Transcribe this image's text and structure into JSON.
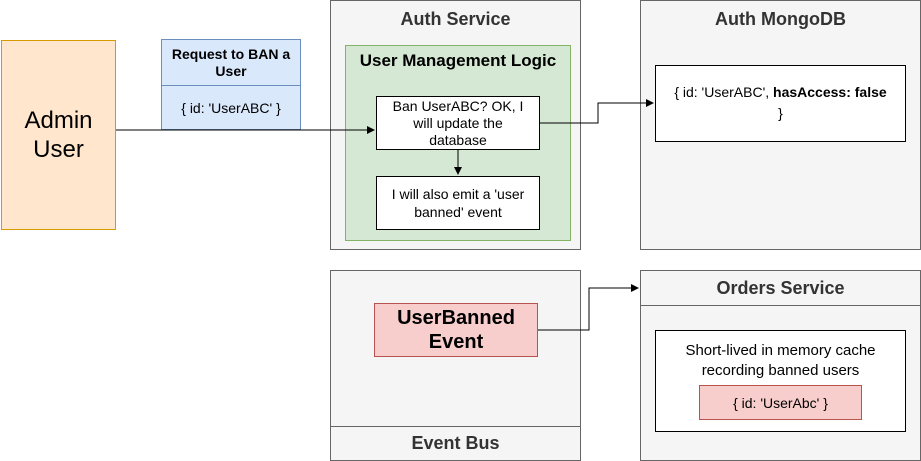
{
  "admin": {
    "label": "Admin User"
  },
  "request": {
    "title": "Request to BAN a User",
    "body": "{ id: 'UserABC' }"
  },
  "auth_service": {
    "title": "Auth Service",
    "logic": {
      "title": "User Management Logic",
      "step1": "Ban UserABC?  OK, I will update the database",
      "step2": "I will also emit a 'user banned' event"
    }
  },
  "auth_db": {
    "title": "Auth MongoDB",
    "record_prefix": "{ id: 'UserABC', ",
    "record_bold": "hasAccess: false",
    "record_suffix": "}"
  },
  "event_bus": {
    "title": "Event Bus",
    "event": "UserBanned Event"
  },
  "orders_service": {
    "title": "Orders Service",
    "cache_text": "Short-lived in memory cache recording banned users",
    "cache_entry": "{ id: 'UserAbc' }"
  },
  "colors": {
    "admin_fill": "#ffe6cc",
    "admin_stroke": "#d79b00",
    "request_fill": "#dae8fc",
    "request_stroke": "#6c8ebf",
    "logic_fill": "#d5e8d4",
    "logic_stroke": "#82b366",
    "event_fill": "#f8cecc",
    "event_stroke": "#b85450",
    "container_fill": "#f5f5f5",
    "container_stroke": "#666666"
  }
}
